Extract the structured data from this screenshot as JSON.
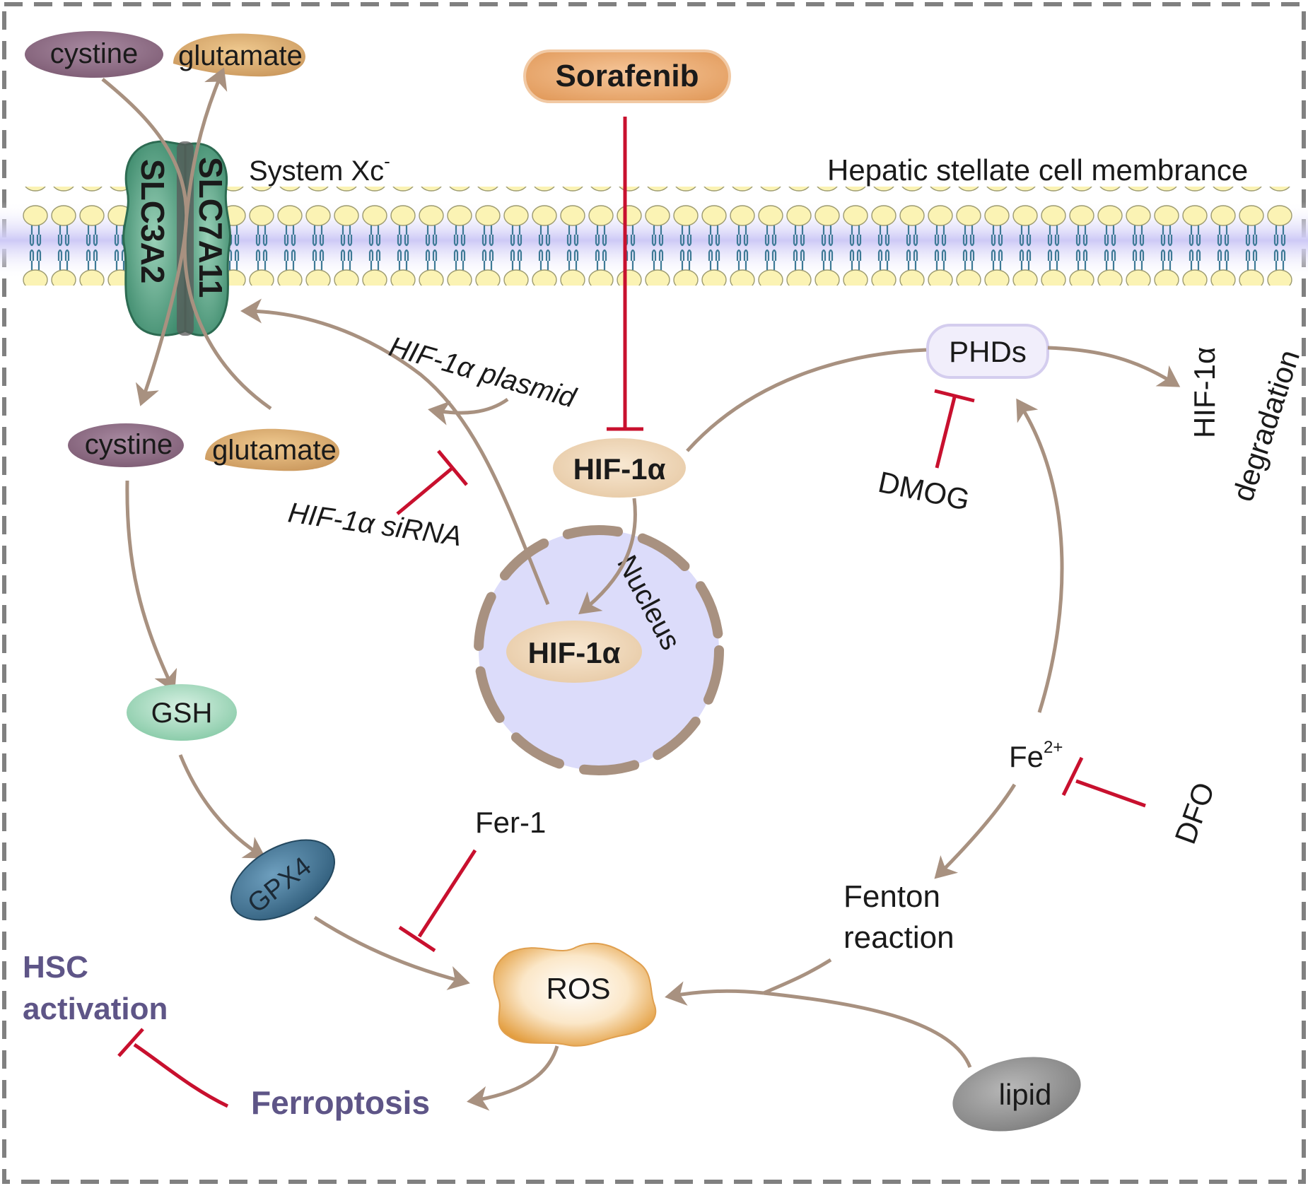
{
  "labels": {
    "drug": "Sorafenib",
    "membrane": "Hepatic stellate cell membrance",
    "system": "System Xc",
    "system_sup": "-",
    "transporter_a": "SLC3A2",
    "transporter_b": "SLC7A11",
    "cystine_out": "cystine",
    "glutamate_out": "glutamate",
    "cystine_in": "cystine",
    "glutamate_in": "glutamate",
    "hif_cyto": "HIF-1α",
    "hif_nuc": "HIF-1α",
    "nucleus": "Nucleus",
    "plasmid": "HIF-1α plasmid",
    "sirna": "HIF-1α siRNA",
    "phds": "PHDs",
    "degradation_1": "HIF-1α",
    "degradation_2": "degradation",
    "dmog": "DMOG",
    "fe": "Fe",
    "fe_sup": "2+",
    "dfo": "DFO",
    "fenton_1": "Fenton",
    "fenton_2": "reaction",
    "gsh": "GSH",
    "gpx4": "GPX4",
    "fer1": "Fer-1",
    "ros": "ROS",
    "lipid": "lipid",
    "hsc_1": "HSC",
    "hsc_2": "activation",
    "ferroptosis": "Ferroptosis"
  },
  "colors": {
    "arrow": "#a89180",
    "inhibit": "#c8102e",
    "membrane_band": "#d6d3f7",
    "lipid_head": "#fbf3b4",
    "tail": "#3e7a96",
    "transporter": "#4f9e80",
    "sorafenib": "#e7a56c",
    "hif": "#ebd2b2",
    "nucleus": "#dcdcfa",
    "nucleus_envelope": "#a89180",
    "phds": "#f1eefb",
    "cystine": "#8a6880",
    "glutamate": "#d7a76a",
    "gsh": "#96d4b4",
    "gpx4": "#3a6b8a",
    "ros": "#e7a64a",
    "lipid_node": "#8a8a8a",
    "frame": "#808080",
    "purple_text": "#5e5587"
  }
}
